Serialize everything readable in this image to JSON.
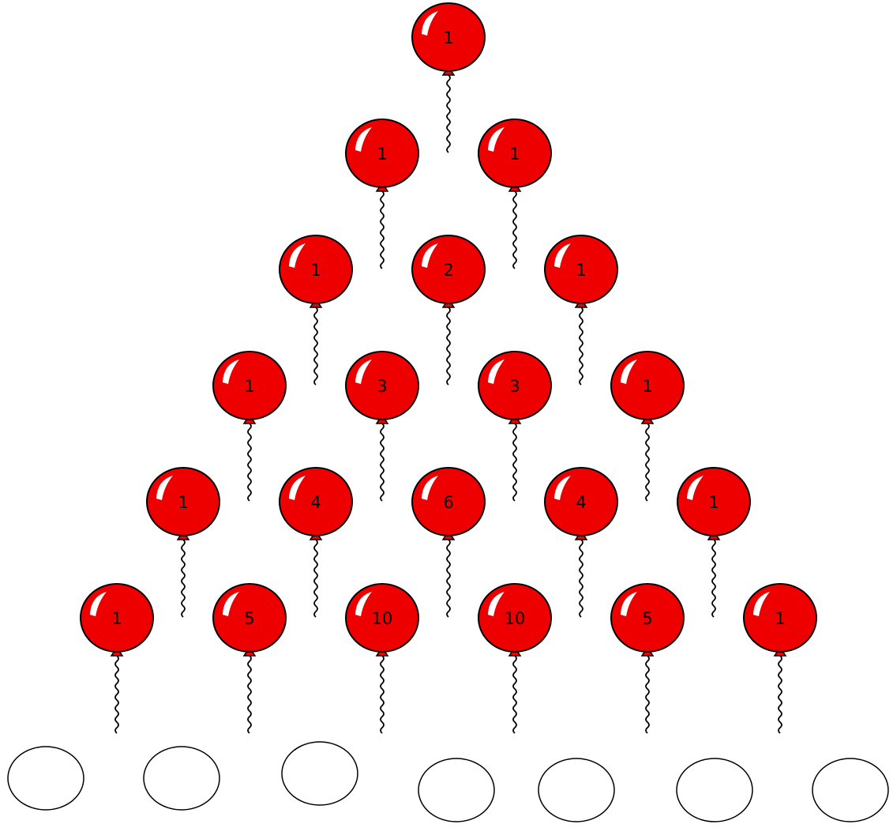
{
  "colors": {
    "balloon_fill": "#ee0000",
    "balloon_outline": "#000000",
    "highlight": "#ffffff",
    "string": "#000000",
    "answer_circle_stroke": "#000000",
    "background": "#ffffff"
  },
  "pyramid": {
    "rows": [
      [
        "1"
      ],
      [
        "1",
        "1"
      ],
      [
        "1",
        "2",
        "1"
      ],
      [
        "1",
        "3",
        "3",
        "1"
      ],
      [
        "1",
        "4",
        "6",
        "4",
        "1"
      ],
      [
        "1",
        "5",
        "10",
        "10",
        "5",
        "1"
      ]
    ]
  },
  "answer_row": {
    "count": 7,
    "blanks": [
      "",
      "",
      "",
      "",
      "",
      "",
      ""
    ]
  }
}
